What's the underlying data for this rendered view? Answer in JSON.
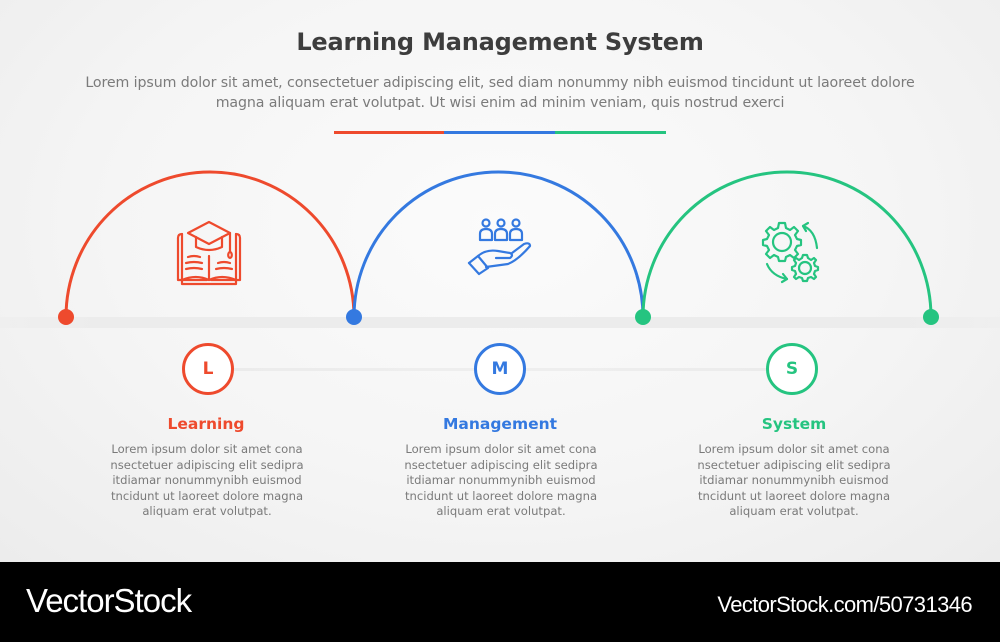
{
  "header": {
    "title": "Learning Management System",
    "subtitle": "Lorem ipsum dolor sit amet, consectetuer adipiscing elit, sed diam nonummy nibh euismod tincidunt ut laoreet dolore magna aliquam erat volutpat. Ut wisi enim ad minim veniam, quis nostrud exerci"
  },
  "colors": {
    "red": "#ee4a2d",
    "blue": "#3479e0",
    "green": "#25c480",
    "title": "#3d3d3d",
    "body_text": "#7a7a7a",
    "background": "#f6f6f6"
  },
  "steps": [
    {
      "letter": "L",
      "title": "Learning",
      "icon": "graduation-book-icon",
      "color": "#ee4a2d",
      "description": "Lorem ipsum dolor sit amet cona nsectetuer adipiscing elit sedipra itdiamar nonummynibh euismod tncidunt ut laoreet dolore magna aliquam erat volutpat."
    },
    {
      "letter": "M",
      "title": "Management",
      "icon": "hand-holding-people-icon",
      "color": "#3479e0",
      "description": "Lorem ipsum dolor sit amet cona nsectetuer adipiscing elit sedipra itdiamar nonummynibh euismod tncidunt ut laoreet dolore magna aliquam erat volutpat."
    },
    {
      "letter": "S",
      "title": "System",
      "icon": "gears-cycle-icon",
      "color": "#25c480",
      "description": "Lorem ipsum dolor sit amet cona nsectetuer adipiscing elit sedipra itdiamar nonummynibh euismod tncidunt ut laoreet dolore magna aliquam erat volutpat."
    }
  ],
  "footer": {
    "logo": "VectorStock",
    "stock_id": "VectorStock.com/50731346"
  }
}
